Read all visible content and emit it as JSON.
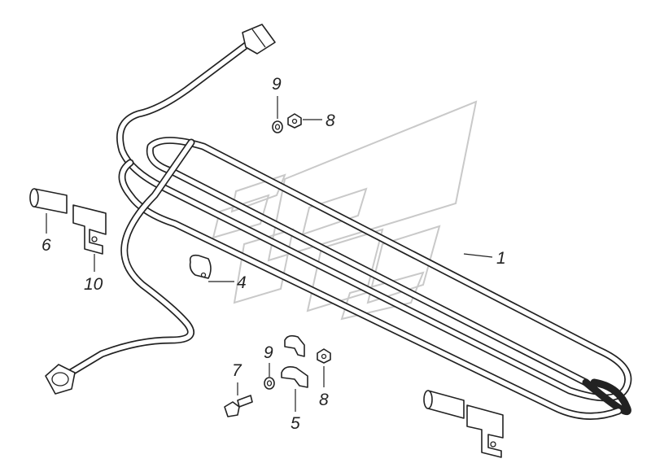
{
  "callouts": {
    "c1": "1",
    "c4": "4",
    "c5": "5",
    "c6": "6",
    "c7": "7",
    "c8_top": "8",
    "c8_bottom": "8",
    "c9_top": "9",
    "c9_bottom": "9",
    "c10": "10"
  },
  "colors": {
    "line": "#222222",
    "background": "#ffffff",
    "watermark": "#c9c9c9"
  }
}
